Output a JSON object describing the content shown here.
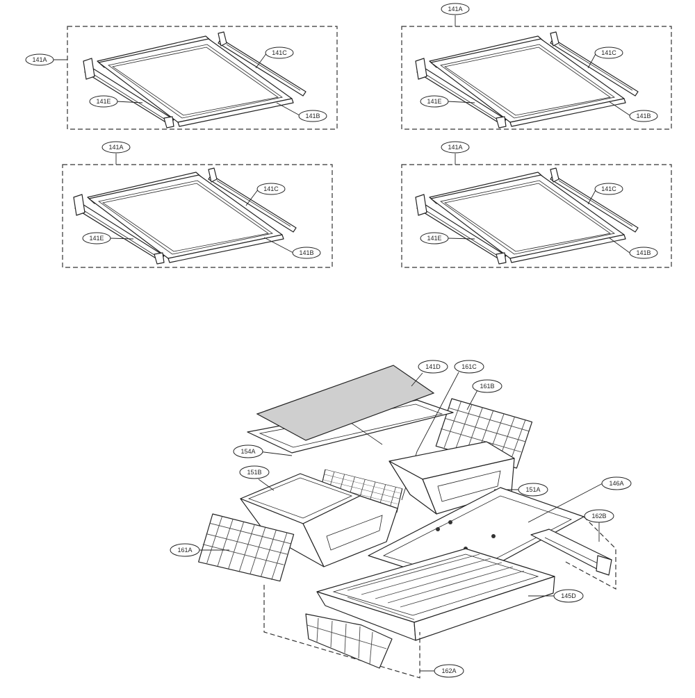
{
  "labels": {
    "shelf_assembly": "141A",
    "glass": "141B",
    "rail_right": "141C",
    "rail_left": "141E",
    "cover_glass": "141D",
    "rail_mid": "161C",
    "rail_back": "161B",
    "rail_front": "161A",
    "frame": "154A",
    "drawer_left": "151B",
    "drawer_right": "151A",
    "crisper_cover": "146A",
    "guide_right": "162B",
    "guide_left": "162A",
    "tray": "145D"
  }
}
